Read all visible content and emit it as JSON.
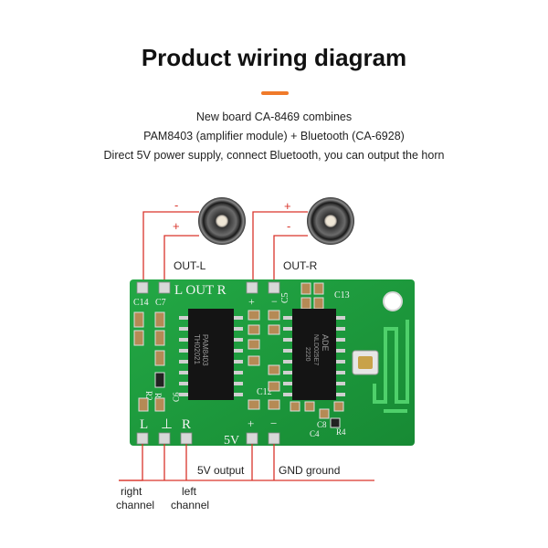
{
  "title": "Product wiring diagram",
  "description": {
    "line1": "New board CA-8469 combines",
    "line2": "PAM8403 (amplifier module) + Bluetooth (CA-6928)",
    "line3": "Direct 5V power supply, connect Bluetooth, you can output the horn"
  },
  "speakers": {
    "left": {
      "minus": "-",
      "plus": "+",
      "label": "OUT-L"
    },
    "right": {
      "plus": "+",
      "minus": "-",
      "label": "OUT-R"
    }
  },
  "board": {
    "top_text": "L  OUT  R",
    "top_plus": "+",
    "top_minus": "−",
    "chip1": {
      "line1": "PAM8403",
      "line2": "TH02021"
    },
    "chip2": {
      "line1": "ADE",
      "line2": "NLD025E7",
      "line3": "2220"
    },
    "components": [
      "C14",
      "C7",
      "C5",
      "C13",
      "C6",
      "C12",
      "C8",
      "C4",
      "R4",
      "R2",
      "R3"
    ],
    "bottom_left": [
      "L",
      "⊥",
      "R"
    ],
    "bottom_right": [
      "+",
      "−"
    ],
    "power_label": "5V"
  },
  "wiring_labels": {
    "right_channel": [
      "right",
      "channel"
    ],
    "left_channel": [
      "left",
      "channel"
    ],
    "five_v": "5V output",
    "gnd": "GND ground"
  },
  "colors": {
    "accent": "#f07a2a",
    "pcb": "#1f9b3e",
    "wire": "#d9342b"
  }
}
